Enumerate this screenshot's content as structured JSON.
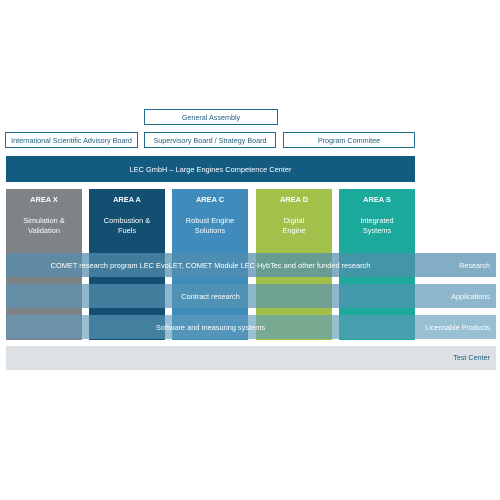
{
  "governance": {
    "general_assembly": "General Assembly",
    "advisory_board": "International Scientific Advisory Board",
    "supervisory_board": "Supervisory Board / Strategy Board",
    "program_committee": "Program Commitee"
  },
  "lec_bar": "LEC GmbH – Large Engines Competence Center",
  "areas": [
    {
      "title": "AREA X",
      "subtitle": "Simulation &\nValidation",
      "color": "#7f8286"
    },
    {
      "title": "AREA A",
      "subtitle": "Combustion &\nFuels",
      "color": "#134f70"
    },
    {
      "title": "AREA C",
      "subtitle": "Robust Engine\nSolutions",
      "color": "#3f8cbc"
    },
    {
      "title": "AREA D",
      "subtitle": "Digital\nEngine",
      "color": "#a3c14a"
    },
    {
      "title": "AREA S",
      "subtitle": "Integrated\nSystems",
      "color": "#1aa99a"
    }
  ],
  "bands": {
    "research": {
      "text": "COMET research program LEC EvoLET, COMET Module LEC HybTec and other funded research",
      "label": "Research"
    },
    "applications": {
      "text": "Contract research",
      "label": "Applications"
    },
    "licensable": {
      "text": "Software and measuring systems",
      "label": "Licensable Products"
    }
  },
  "test_center": "Test Center"
}
